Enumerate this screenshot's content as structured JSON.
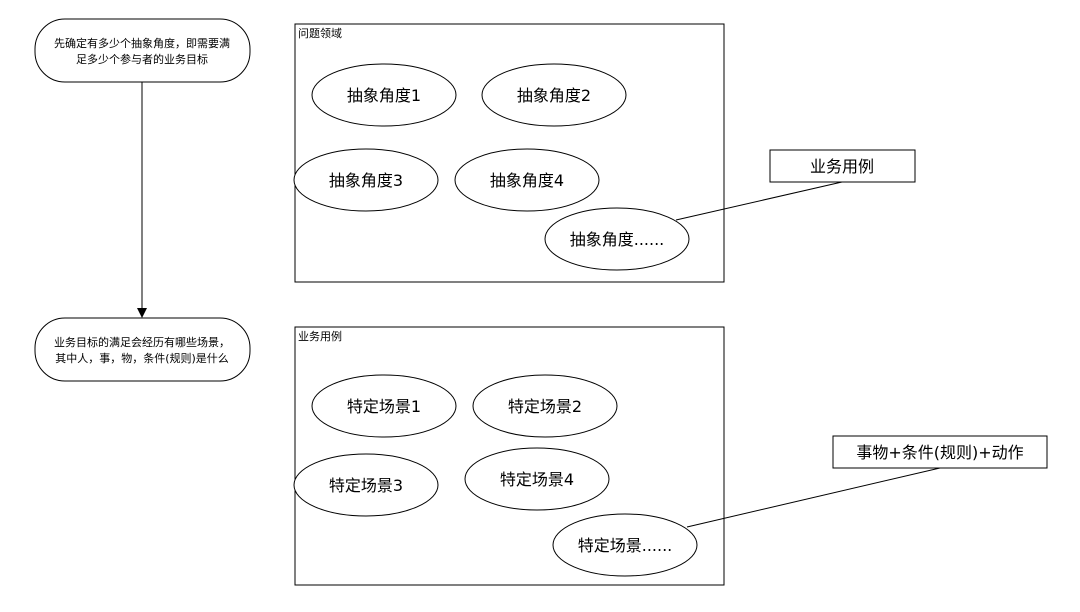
{
  "steps": [
    {
      "lines": [
        "先确定有多少个抽象角度，即需要满",
        "足多少个参与者的业务目标"
      ]
    },
    {
      "lines": [
        "业务目标的满足会经历有哪些场景，",
        "其中人，事，物，条件(规则)是什么"
      ]
    }
  ],
  "panels": [
    {
      "title": "问题领域",
      "ellipses": [
        "抽象角度1",
        "抽象角度2",
        "抽象角度3",
        "抽象角度4",
        "抽象角度......"
      ],
      "callout": "业务用例"
    },
    {
      "title": "业务用例",
      "ellipses": [
        "特定场景1",
        "特定场景2",
        "特定场景3",
        "特定场景4",
        "特定场景......"
      ],
      "callout": "事物+条件(规则)+动作"
    }
  ]
}
